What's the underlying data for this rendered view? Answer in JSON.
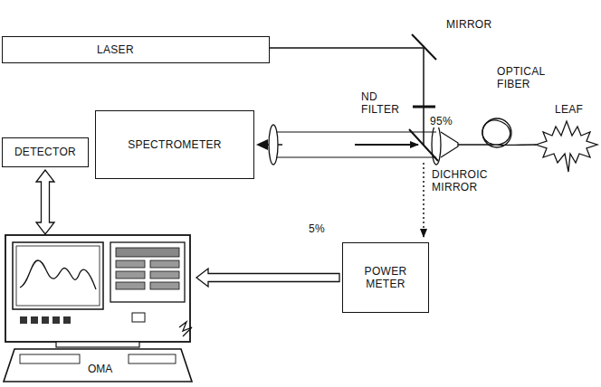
{
  "diagram": {
    "nodes": [
      {
        "text": [
          "LASER"
        ]
      },
      {
        "text": [
          "DETECTOR"
        ]
      },
      {
        "text": [
          "SPECTROMETER"
        ]
      },
      {
        "text": [
          "POWER METER"
        ]
      },
      {
        "text": [
          "OMA"
        ]
      }
    ],
    "edges": [
      {
        "from": 1,
        "to": 4,
        "arrow": "both"
      },
      {
        "from": 3,
        "to": 4,
        "arrow": "to"
      }
    ],
    "labels": [
      "MIRROR",
      "ND FILTER",
      "OPTICAL FIBER",
      "LEAF",
      "95%",
      "DICHROIC MIRROR",
      "5%"
    ]
  }
}
